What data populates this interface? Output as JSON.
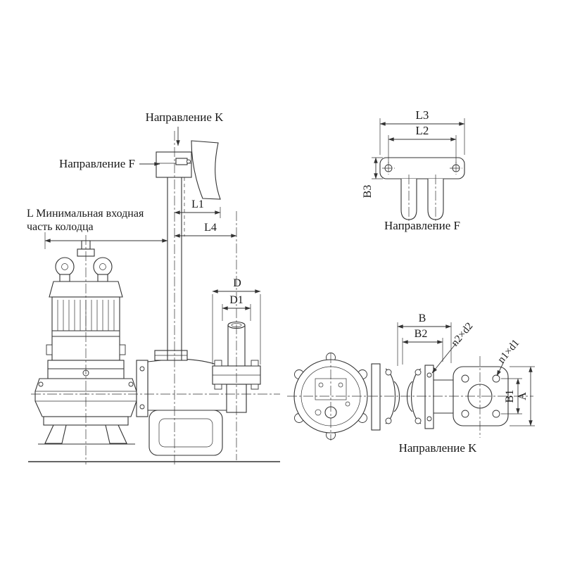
{
  "drawing": {
    "colors": {
      "line": "#333333",
      "bg": "#ffffff",
      "text": "#1a1a1a"
    },
    "main_view": {
      "direction_k_label": "Направление K",
      "direction_f_label": "Направление F",
      "well_note_line1": "L Минимальная входная",
      "well_note_line2": "часть колодца",
      "dim_l1": "L1",
      "dim_l4": "L4",
      "dim_d": "D",
      "dim_d1": "D1"
    },
    "view_f": {
      "dim_l3": "L3",
      "dim_l2": "L2",
      "dim_b3": "B3",
      "caption": "Направление F"
    },
    "view_k": {
      "dim_b": "B",
      "dim_b2": "B2",
      "dim_b1": "B1",
      "dim_a": "A",
      "dim_n2d2": "n2×d2",
      "dim_n1d1": "n1×d1",
      "caption": "Направление K"
    }
  }
}
